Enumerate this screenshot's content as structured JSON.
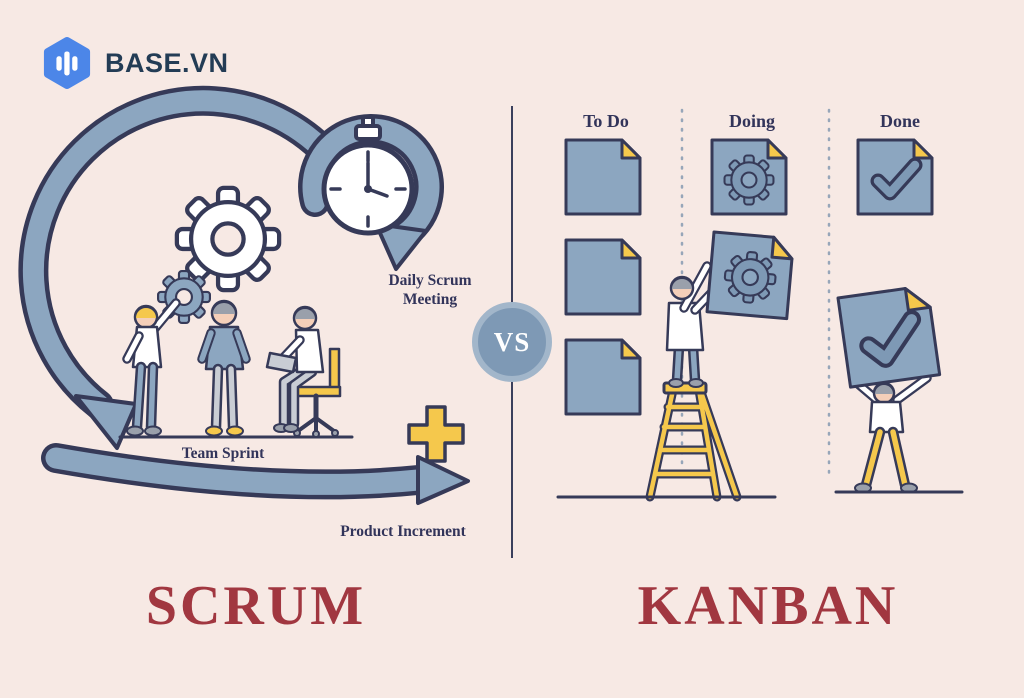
{
  "logo": {
    "brand": "BASE.VN"
  },
  "versus": {
    "label": "VS"
  },
  "scrum": {
    "title": "SCRUM",
    "labels": {
      "daily_scrum_line1": "Daily Scrum",
      "daily_scrum_line2": "Meeting",
      "team_sprint": "Team Sprint",
      "product_increment": "Product Increment"
    }
  },
  "kanban": {
    "title": "KANBAN",
    "columns": [
      {
        "label": "To Do"
      },
      {
        "label": "Doing"
      },
      {
        "label": "Done"
      }
    ]
  },
  "theme": {
    "bg": "#F7E9E4",
    "ink": "#363A58",
    "steel": "#8CA6C0",
    "steel-dark": "#7E99B5",
    "yellow": "#F5C84C",
    "red": "#A13740",
    "text-navy": "#32345A",
    "logo-blue": "#4C86E8",
    "skin": "#F4CFB9",
    "hair-gray": "#9AA0AB",
    "light-gray": "#C9CDD4"
  }
}
